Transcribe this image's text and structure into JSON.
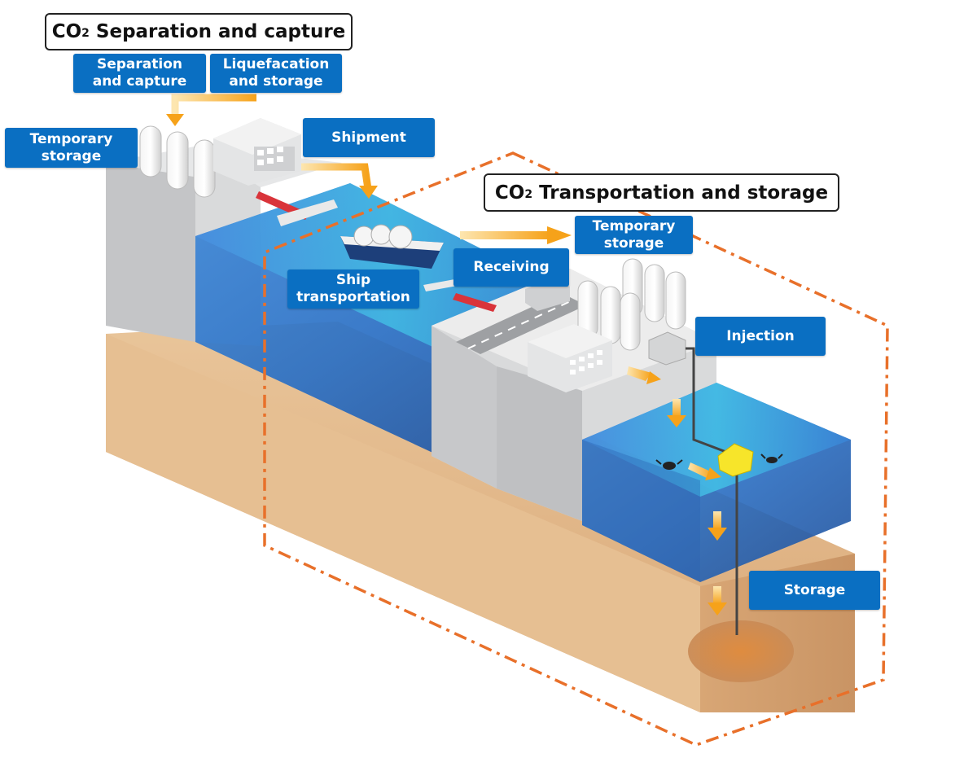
{
  "titles": {
    "capture": {
      "prefix": "CO",
      "sub": "2",
      "rest": " Separation and capture"
    },
    "transport": {
      "prefix": "CO",
      "sub": "2",
      "rest": " Transportation and storage"
    }
  },
  "labels": {
    "separation_capture": [
      "Separation",
      "and capture"
    ],
    "liquefaction_storage": [
      "Liquefacation",
      "and storage"
    ],
    "temporary_storage_left": [
      "Temporary",
      "storage"
    ],
    "shipment": [
      "Shipment"
    ],
    "ship_transportation": [
      "Ship",
      "transportation"
    ],
    "receiving": [
      "Receiving"
    ],
    "temporary_storage_right": [
      "Temporary",
      "storage"
    ],
    "injection": [
      "Injection"
    ],
    "storage": [
      "Storage"
    ]
  },
  "colors": {
    "label_bg": "#0a6fc2",
    "arrow": "#f6a21a",
    "boundary_dash": "#e8702a",
    "sand": "#e3b98a",
    "water": "#2f7fd0",
    "building": "#d9dadb"
  }
}
